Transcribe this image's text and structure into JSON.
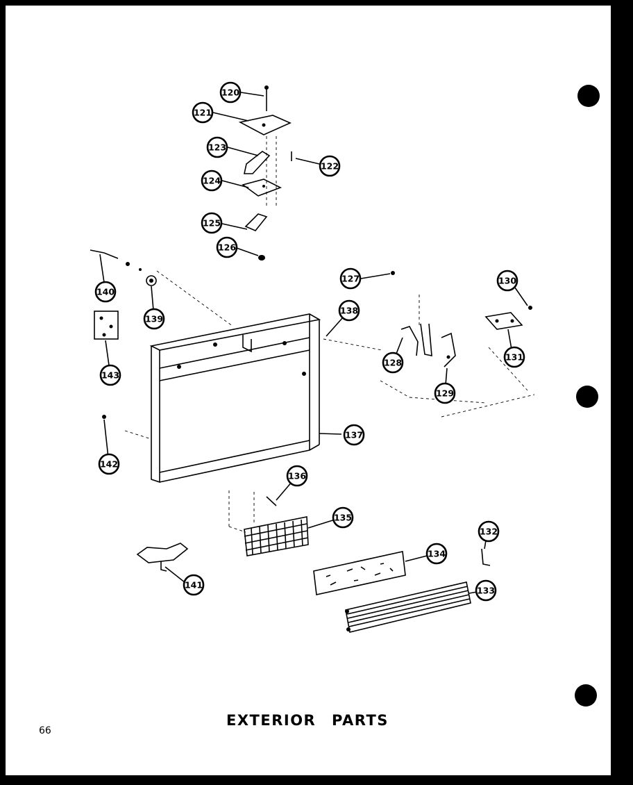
{
  "title": "EXTERIOR PARTS",
  "page_number": "66",
  "callouts": [
    "120",
    "121",
    "122",
    "123",
    "124",
    "125",
    "126",
    "127",
    "128",
    "129",
    "130",
    "131",
    "132",
    "133",
    "134",
    "135",
    "136",
    "137",
    "138",
    "139",
    "140",
    "141",
    "142",
    "143"
  ]
}
